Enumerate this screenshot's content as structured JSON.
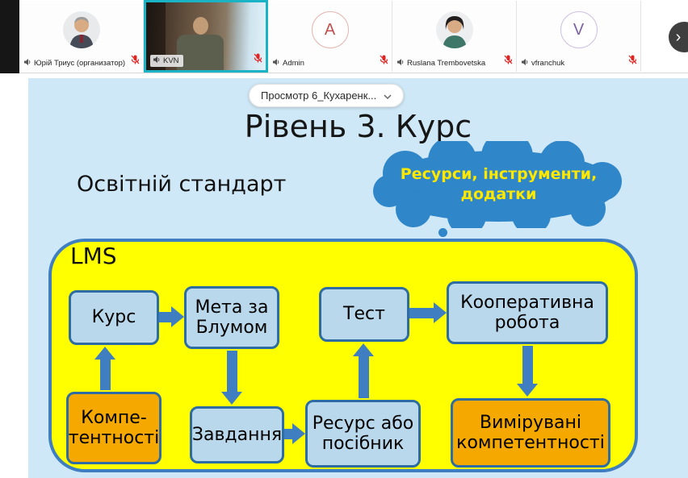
{
  "participants_bar": {
    "participants": [
      {
        "name": "Юрій Триус (организатор)",
        "avatar": "photo-man-suit",
        "muted": true
      },
      {
        "name": "KVN",
        "avatar": "live-video",
        "muted": true,
        "highlighted": true
      },
      {
        "name": "Admin",
        "avatar": "initial",
        "initial": "A",
        "initial_color": "#c0504d",
        "muted": true
      },
      {
        "name": "Ruslana Trembovetska",
        "avatar": "photo-woman",
        "muted": true
      },
      {
        "name": "vfranchuk",
        "avatar": "initial",
        "initial": "V",
        "initial_color": "#7e5fa4",
        "muted": true
      }
    ],
    "scroll_right": "›"
  },
  "view_banner": {
    "label": "Просмотр 6_Кухаренк..."
  },
  "slide": {
    "title": "Рівень 3. Курс",
    "left_label": "Освітній стандарт",
    "cloud_text": "Ресурси, інструменти,\nдодатки",
    "lms_label": "LMS",
    "boxes": {
      "kurs": "Курс",
      "meta": "Мета за\nБлумом",
      "test": "Тест",
      "koop": "Кооперативна\nробота",
      "kompet": "Компе-\nтентності",
      "zavd": "Завдання",
      "resurs": "Ресурс або\nпосібник",
      "vymir": "Вимірувані\nкомпетентності"
    }
  },
  "colors": {
    "slide_bg": "#cfe8f7",
    "lms_fill": "#ffff00",
    "diagram_blue": "#3f7fc1",
    "box_blue_fill": "#b9d8ec",
    "box_orange_fill": "#f5a800",
    "cloud_fill": "#2f86c8",
    "cloud_text": "#ffe800",
    "muted_mic_red": "#e02424",
    "active_tile_border": "#1ab3c5"
  }
}
